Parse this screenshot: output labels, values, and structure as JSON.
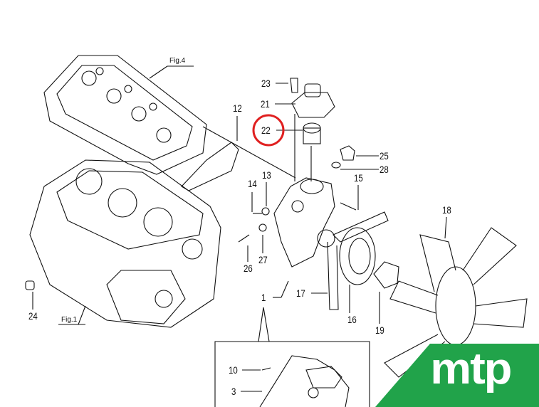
{
  "figure_refs": {
    "fig4": "Fig.4",
    "fig1": "Fig.1"
  },
  "callouts": {
    "p23": "23",
    "p21": "21",
    "p22": "22",
    "p12": "12",
    "p25": "25",
    "p28": "28",
    "p15": "15",
    "p13": "13",
    "p14": "14",
    "p26": "26",
    "p27": "27",
    "p18": "18",
    "p1": "1",
    "p17": "17",
    "p16": "16",
    "p19": "19",
    "p24": "24",
    "p10": "10",
    "p3": "3"
  },
  "highlight": {
    "part": "22",
    "color": "#e02020"
  },
  "logo": {
    "text": "mtp",
    "color": "#21a34a"
  }
}
